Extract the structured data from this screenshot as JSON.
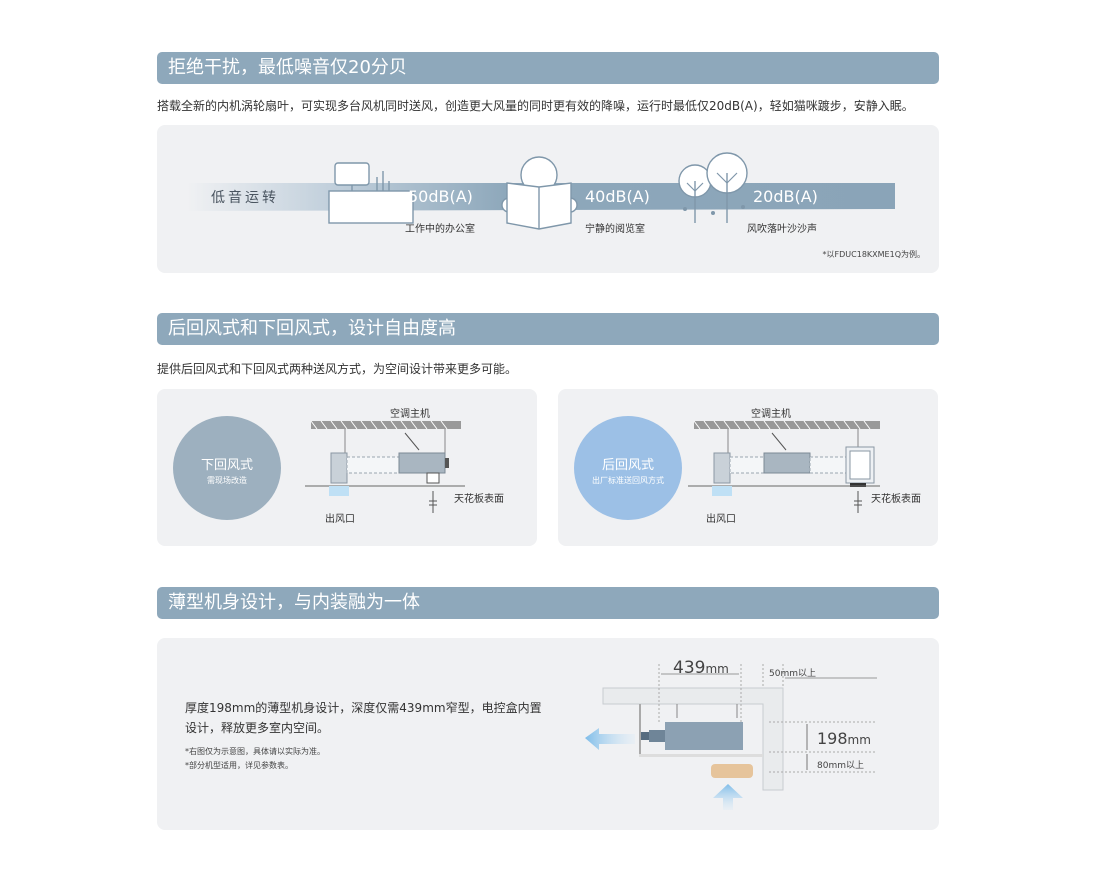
{
  "section1": {
    "title": "拒绝干扰，最低噪音仅20分贝",
    "description": "搭载全新的内机涡轮扇叶，可实现多台风机同时送风，创造更大风量的同时更有效的降噪，运行时最低仅20dB(A)，轻如猫咪踱步，安静入眠。",
    "band_label": "低音运转",
    "levels": [
      {
        "value": "50dB(A)",
        "caption": "工作中的办公室",
        "icon": "office-icon"
      },
      {
        "value": "40dB(A)",
        "caption": "宁静的阅览室",
        "icon": "book-icon"
      },
      {
        "value": "20dB(A)",
        "caption": "风吹落叶沙沙声",
        "icon": "trees-icon"
      }
    ],
    "footnote": "*以FDUC18KXME1Q为例。"
  },
  "section2": {
    "title": "后回风式和下回风式，设计自由度高",
    "description": "提供后回风式和下回风式两种送风方式，为空间设计带来更多可能。",
    "cards": [
      {
        "circle_title": "下回风式",
        "circle_sub": "需现场改造",
        "label_unit": "空调主机",
        "label_ceiling": "天花板表面",
        "label_outlet": "出风口",
        "circle_color": "#9db0bf"
      },
      {
        "circle_title": "后回风式",
        "circle_sub": "出厂标准送回风方式",
        "label_unit": "空调主机",
        "label_ceiling": "天花板表面",
        "label_outlet": "出风口",
        "circle_color": "#9cc0e6"
      }
    ]
  },
  "section3": {
    "title": "薄型机身设计，与内装融为一体",
    "description_line1": "厚度198mm的薄型机身设计，深度仅需439mm窄型，电控盒内置",
    "description_line2": "设计，释放更多室内空间。",
    "note1": "*右图仅为示意图，具体请以实际为准。",
    "note2": "*部分机型适用，详见参数表。",
    "dim_depth_value": "439",
    "dim_depth_unit": "mm",
    "dim_clearance": "50mm以上",
    "dim_height_value": "198",
    "dim_height_unit": "mm",
    "dim_bottom": "80mm以上"
  }
}
